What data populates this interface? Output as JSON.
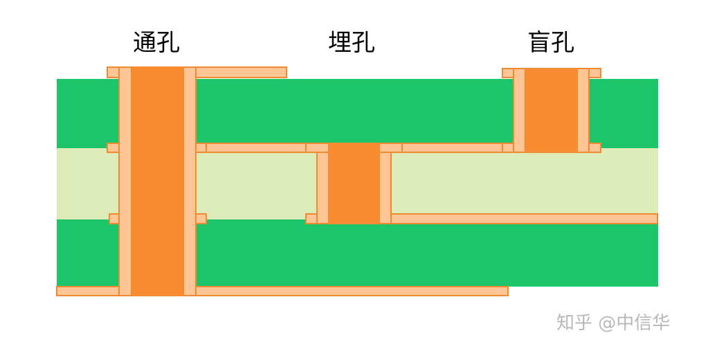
{
  "labels": {
    "through_hole": "通孔",
    "buried_hole": "埋孔",
    "blind_hole": "盲孔"
  },
  "watermark": "知乎 @中信华",
  "colors": {
    "copper_layer": "#1cc46a",
    "substrate": "#dcebb8",
    "plating": "#ffc595",
    "via_fill": "#f78c33",
    "outline": "#f08a30",
    "watermark": "#b8b8b8"
  }
}
